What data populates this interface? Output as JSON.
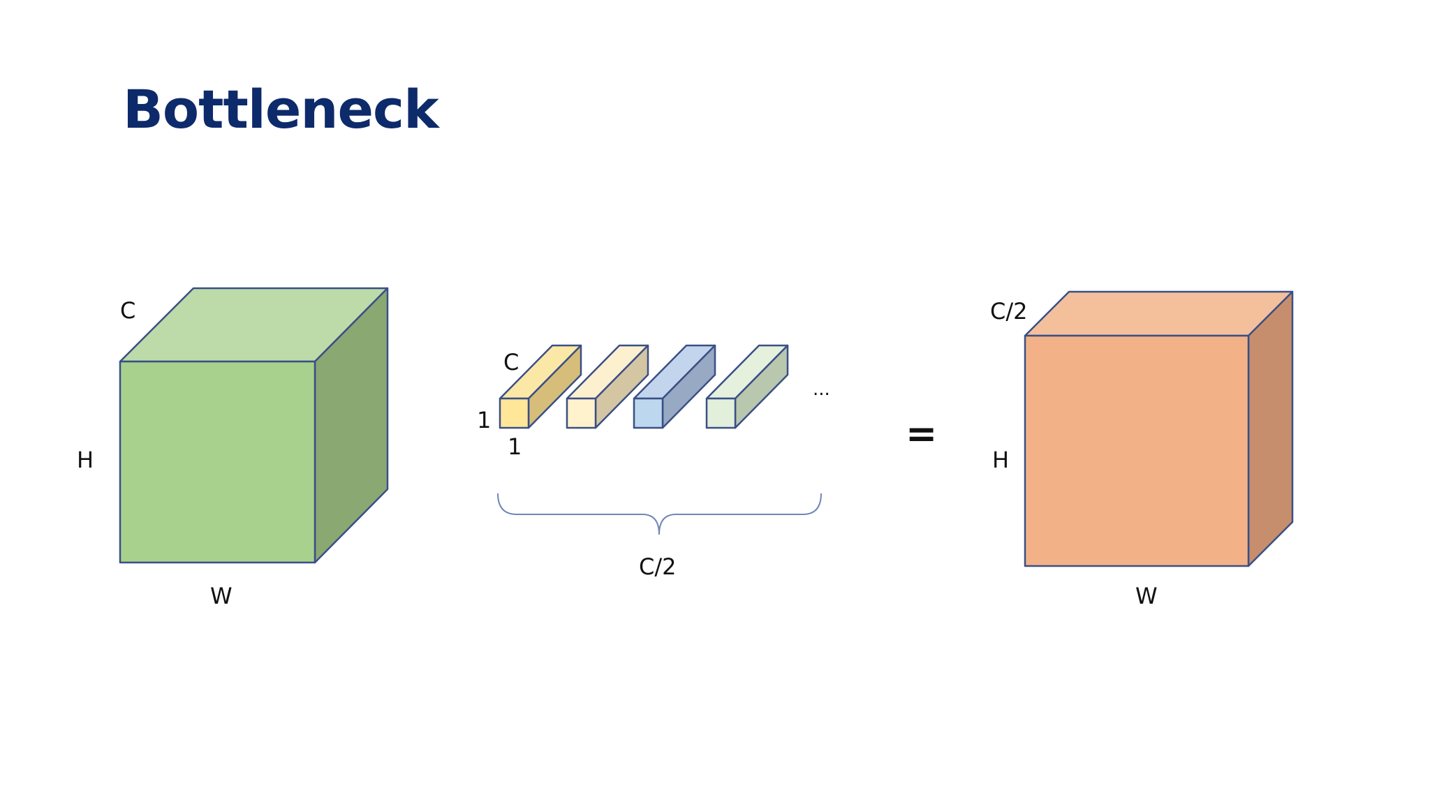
{
  "title": "Bottleneck",
  "input_cube": {
    "depth_label": "C",
    "height_label": "H",
    "width_label": "W",
    "colors": {
      "front": "#a9d18e",
      "top": "#bcdba8",
      "side": "#8aa872"
    }
  },
  "filters": {
    "depth_label": "C",
    "height_label": "1",
    "width_label": "1",
    "ellipsis": "...",
    "count_label": "C/2",
    "colors": [
      {
        "front": "#ffe699",
        "top": "#fce8a6",
        "side": "#d6be7a"
      },
      {
        "front": "#fff2cc",
        "top": "#fdf0cf",
        "side": "#d4c6a3"
      },
      {
        "front": "#bdd7ee",
        "top": "#c2d5ec",
        "side": "#97a9c3"
      },
      {
        "front": "#e2efda",
        "top": "#e5f0dd",
        "side": "#b8c7ad"
      }
    ]
  },
  "operator": "=",
  "output_cube": {
    "depth_label": "C/2",
    "height_label": "H",
    "width_label": "W",
    "colors": {
      "front": "#f2b187",
      "top": "#f4c09c",
      "side": "#c68e6c"
    }
  }
}
